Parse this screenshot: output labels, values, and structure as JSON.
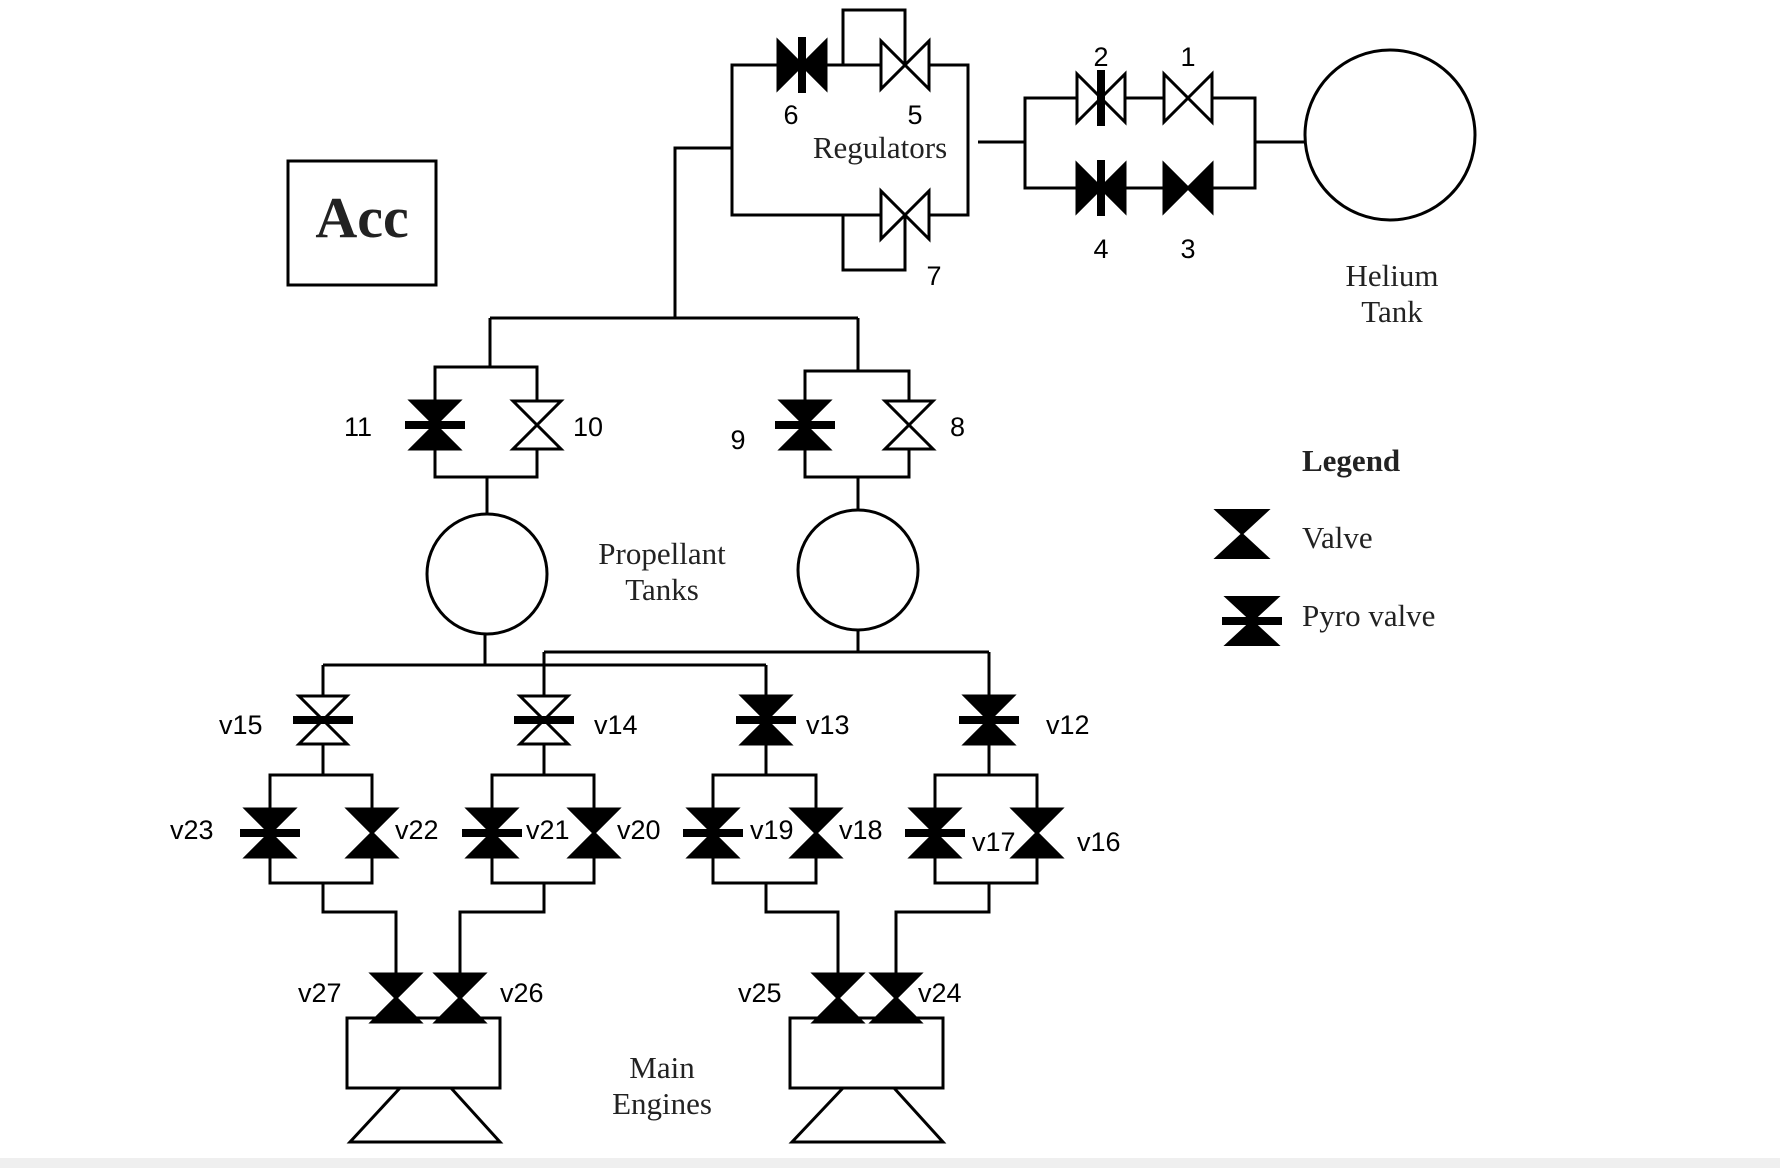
{
  "acc_label": "Acc",
  "section_labels": {
    "regulators": "Regulators",
    "helium_tank": [
      "Helium",
      "Tank"
    ],
    "propellant_tanks": [
      "Propellant",
      "Tanks"
    ],
    "main_engines": [
      "Main",
      "Engines"
    ]
  },
  "legend": {
    "title": "Legend",
    "valve": "Valve",
    "pyro_valve": "Pyro valve"
  },
  "valves": [
    {
      "id": "1",
      "label": "1",
      "kind": "valve",
      "state": "open"
    },
    {
      "id": "2",
      "label": "2",
      "kind": "pyro-single",
      "state": "open"
    },
    {
      "id": "3",
      "label": "3",
      "kind": "valve",
      "state": "closed"
    },
    {
      "id": "4",
      "label": "4",
      "kind": "pyro-single",
      "state": "closed"
    },
    {
      "id": "5",
      "label": "5",
      "kind": "valve",
      "state": "open"
    },
    {
      "id": "6",
      "label": "6",
      "kind": "pyro-single",
      "state": "closed"
    },
    {
      "id": "7",
      "label": "7",
      "kind": "valve",
      "state": "open"
    },
    {
      "id": "8",
      "label": "8",
      "kind": "valve",
      "state": "open"
    },
    {
      "id": "9",
      "label": "9",
      "kind": "pyro",
      "state": "closed"
    },
    {
      "id": "10",
      "label": "10",
      "kind": "valve",
      "state": "open"
    },
    {
      "id": "11",
      "label": "11",
      "kind": "pyro",
      "state": "closed"
    },
    {
      "id": "v12",
      "label": "v12",
      "kind": "pyro",
      "state": "closed"
    },
    {
      "id": "v13",
      "label": "v13",
      "kind": "pyro",
      "state": "closed"
    },
    {
      "id": "v14",
      "label": "v14",
      "kind": "pyro",
      "state": "open"
    },
    {
      "id": "v15",
      "label": "v15",
      "kind": "pyro",
      "state": "open"
    },
    {
      "id": "v16",
      "label": "v16",
      "kind": "valve",
      "state": "closed"
    },
    {
      "id": "v17",
      "label": "v17",
      "kind": "pyro",
      "state": "closed"
    },
    {
      "id": "v18",
      "label": "v18",
      "kind": "valve",
      "state": "closed"
    },
    {
      "id": "v19",
      "label": "v19",
      "kind": "pyro",
      "state": "closed"
    },
    {
      "id": "v20",
      "label": "v20",
      "kind": "valve",
      "state": "closed"
    },
    {
      "id": "v21",
      "label": "v21",
      "kind": "pyro",
      "state": "closed"
    },
    {
      "id": "v22",
      "label": "v22",
      "kind": "valve",
      "state": "closed"
    },
    {
      "id": "v23",
      "label": "v23",
      "kind": "pyro",
      "state": "closed"
    },
    {
      "id": "v24",
      "label": "v24",
      "kind": "valve",
      "state": "closed"
    },
    {
      "id": "v25",
      "label": "v25",
      "kind": "valve",
      "state": "closed"
    },
    {
      "id": "v26",
      "label": "v26",
      "kind": "valve",
      "state": "closed"
    },
    {
      "id": "v27",
      "label": "v27",
      "kind": "valve",
      "state": "closed"
    }
  ]
}
